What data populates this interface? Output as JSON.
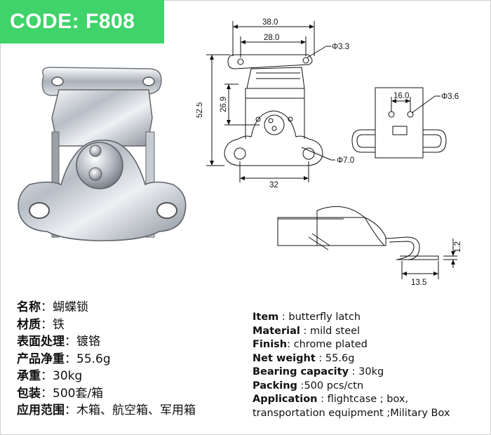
{
  "product": {
    "code": "CODE: F808"
  },
  "drawing": {
    "top_view": {
      "width_outer": "38.0",
      "width_holes": "28.0",
      "hole_small": "Φ3.3",
      "height_total": "52.5",
      "height_upper": "26.9",
      "hole_large": "Φ7.0",
      "base_width": "32"
    },
    "side_view": {
      "hole_spacing": "16.0",
      "hole": "Φ3.6"
    },
    "profile_view": {
      "thickness": "1.2",
      "hook_length": "13.5"
    }
  },
  "specs_cn": [
    {
      "label": "名称",
      "sep": "：",
      "value": "蝴蝶锁"
    },
    {
      "label": "材质",
      "sep": "：",
      "value": "铁"
    },
    {
      "label": "表面处理",
      "sep": "：",
      "value": "镀铬"
    },
    {
      "label": "产品净重",
      "sep": "：",
      "value": "55.6g"
    },
    {
      "label": "承重",
      "sep": "：",
      "value": "30kg"
    },
    {
      "label": "包装",
      "sep": "：",
      "value": "500套/箱"
    },
    {
      "label": "应用范围",
      "sep": "：",
      "value": "木箱、航空箱、军用箱"
    }
  ],
  "specs_en": [
    {
      "label": "Item",
      "sep": " : ",
      "value": "butterfly latch"
    },
    {
      "label": "Material",
      "sep": " : ",
      "value": "mild steel"
    },
    {
      "label": "Finish",
      "sep": ": ",
      "value": "chrome plated"
    },
    {
      "label": "Net weight",
      "sep": " : ",
      "value": "55.6g"
    },
    {
      "label": "Bearing capacity",
      "sep": " : ",
      "value": "30kg"
    },
    {
      "label": "Packing",
      "sep": " :",
      "value": "500  pcs/ctn"
    },
    {
      "label": "Application",
      "sep": " : ",
      "value": "flightcase ; box,"
    },
    {
      "label": "",
      "sep": "",
      "value": "transportation equipment ;Military Box"
    }
  ]
}
